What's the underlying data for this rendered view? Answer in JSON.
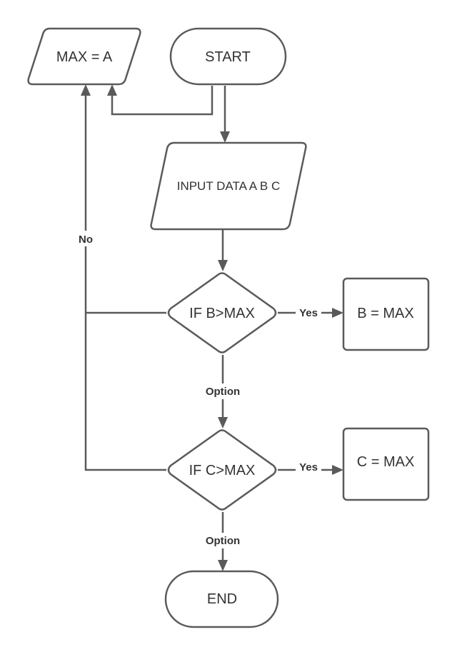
{
  "nodes": {
    "max_a": "MAX = A",
    "start": "START",
    "input": "INPUT DATA A B C",
    "decision_b": "IF B>MAX",
    "assign_b": "B = MAX",
    "decision_c": "IF C>MAX",
    "assign_c": "C = MAX",
    "end": "END"
  },
  "edges": {
    "no": "No",
    "yes_b": "Yes",
    "yes_c": "Yes",
    "option_b": "Option",
    "option_c": "Option"
  },
  "colors": {
    "stroke": "#5a5a5a",
    "text": "#333333",
    "background": "#ffffff"
  }
}
